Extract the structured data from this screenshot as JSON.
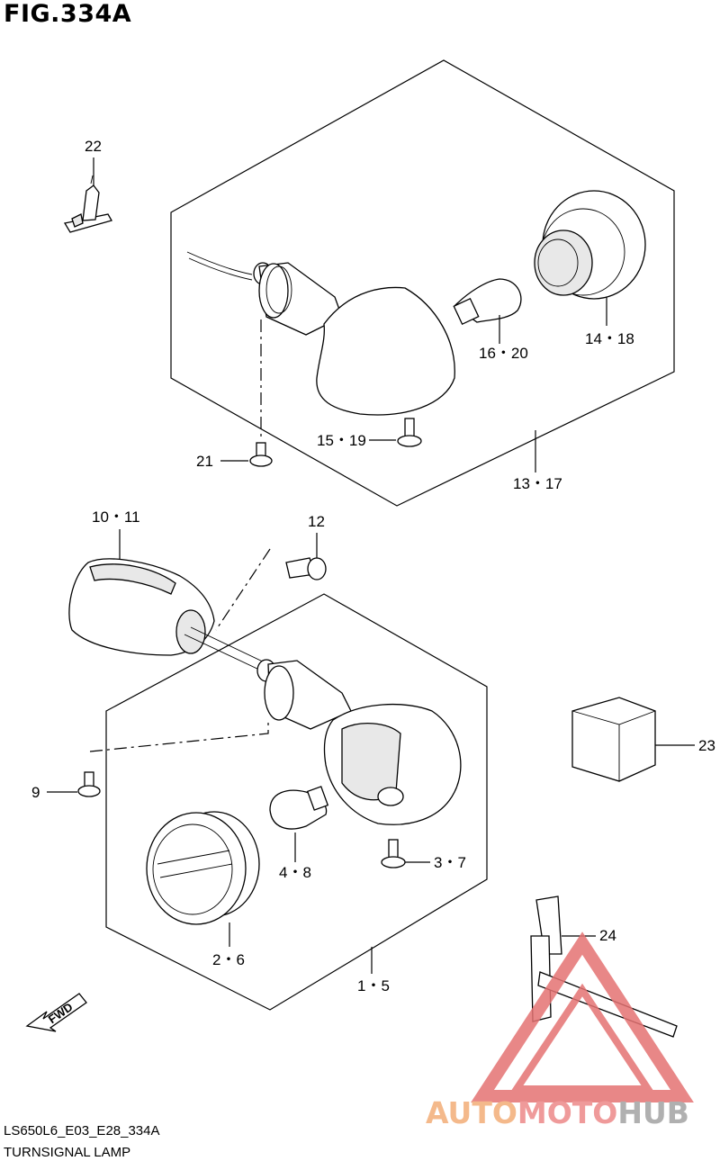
{
  "figure": {
    "title": "FIG.334A",
    "model_code": "LS650L6_E03_E28_334A",
    "caption": "TURNSIGNAL LAMP"
  },
  "labels": {
    "p22": "22",
    "p14_18": "14・18",
    "p16_20": "16・20",
    "p15_19": "15・19",
    "p21": "21",
    "p13_17": "13・17",
    "p10_11": "10・11",
    "p12": "12",
    "p23": "23",
    "p9": "9",
    "p4_8": "4・8",
    "p3_7": "3・7",
    "p24": "24",
    "p2_6": "2・6",
    "p1_5": "1・5"
  },
  "direction": {
    "fwd": "FWD"
  },
  "watermark": {
    "part1": "AUTO",
    "part2": "MOTO",
    "part3": "HUB",
    "colors": {
      "auto": "#f4b98b",
      "moto": "#ef9a9a",
      "hub": "#b0b0b0",
      "triangle": "#e57373"
    }
  }
}
